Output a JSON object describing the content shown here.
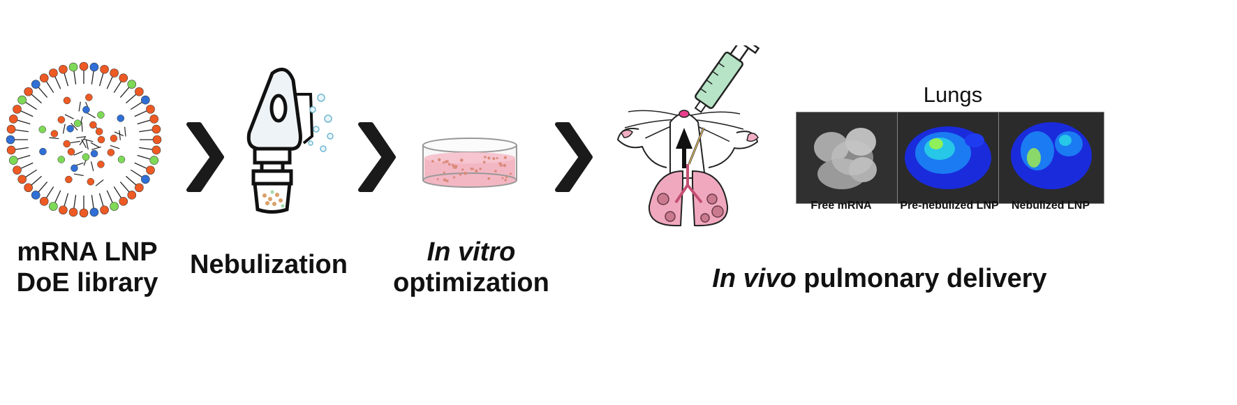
{
  "steps": [
    {
      "line1": "mRNA LNP",
      "line2": "DoE library"
    },
    {
      "line1": "Nebulization"
    },
    {
      "line1_italic": "In vitro",
      "line2": "optimization"
    },
    {
      "italic_part": "In vivo",
      "rest": " pulmonary delivery"
    }
  ],
  "lungs": {
    "title": "Lungs",
    "panels": [
      {
        "caption": "Free mRNA"
      },
      {
        "caption": "Pre-nebulized LNP"
      },
      {
        "caption": "Nebulized LNP"
      }
    ]
  },
  "colors": {
    "lipid_orange": "#ee5a24",
    "lipid_green": "#7ed957",
    "lipid_blue": "#2f6fd6",
    "arrow": "#1a1a1a",
    "petri_pink": "#f3b7c3",
    "lung_pink": "#f0a8bf",
    "syringe_green": "#b7e4c7"
  }
}
